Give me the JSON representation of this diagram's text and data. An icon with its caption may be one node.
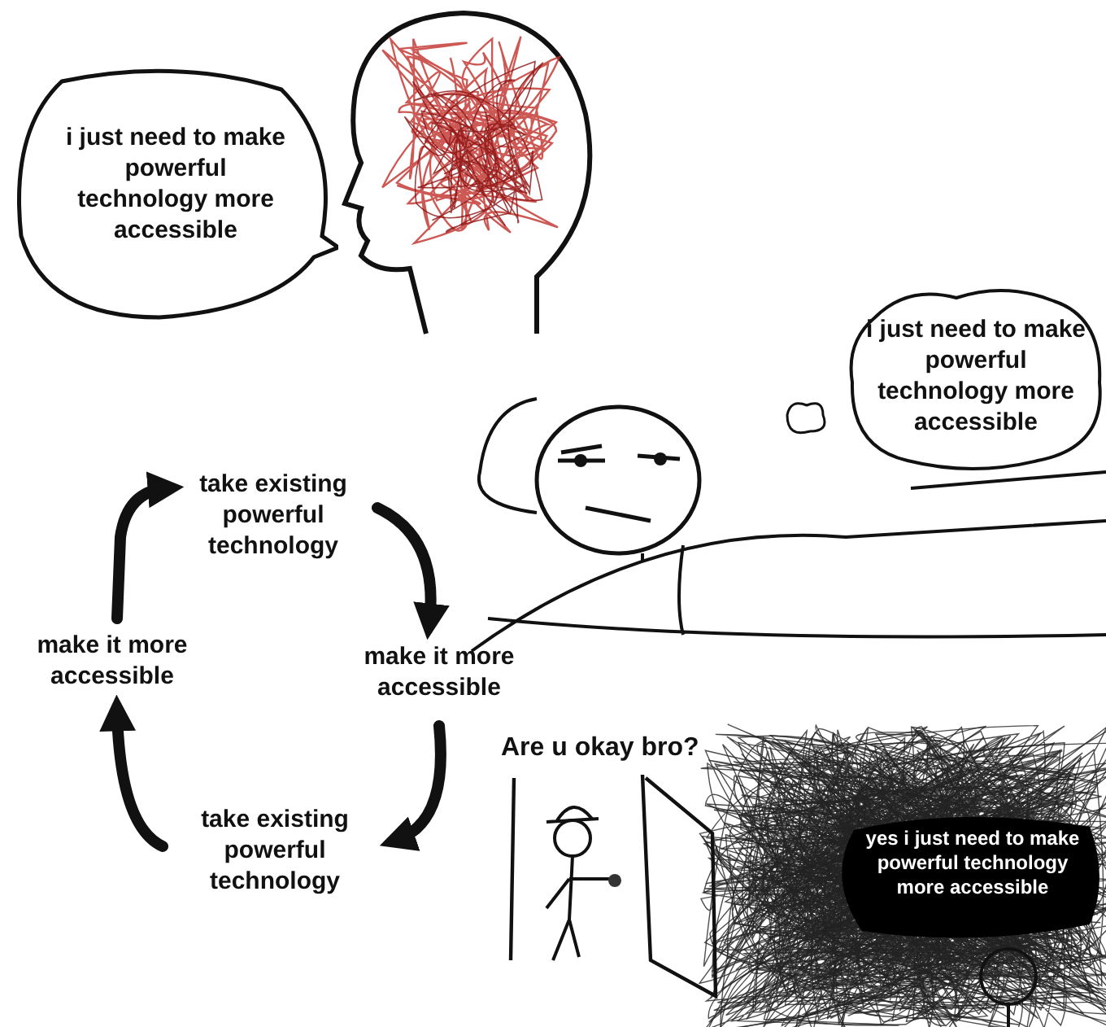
{
  "diagram": {
    "nodes": [
      {
        "text": [
          "i just need to make powerful technology more accessible"
        ]
      },
      {
        "text": [
          "i just need to make powerful technology more accessible"
        ]
      },
      {
        "text": [
          "take existing powerful technology"
        ]
      },
      {
        "text": [
          "make it more accessible"
        ]
      },
      {
        "text": [
          "take existing powerful technology"
        ]
      },
      {
        "text": [
          "make it more accessible"
        ]
      },
      {
        "text": [
          "yes i just need to make powerful technology more accessible"
        ]
      }
    ],
    "edges": [
      {
        "from": 2,
        "to": 3,
        "arrow": "to"
      },
      {
        "from": 3,
        "to": 4,
        "arrow": "to"
      },
      {
        "from": 4,
        "to": 5,
        "arrow": "to"
      },
      {
        "from": 5,
        "to": 2,
        "arrow": "to"
      }
    ],
    "labels": [
      "Are u okay bro?"
    ]
  }
}
